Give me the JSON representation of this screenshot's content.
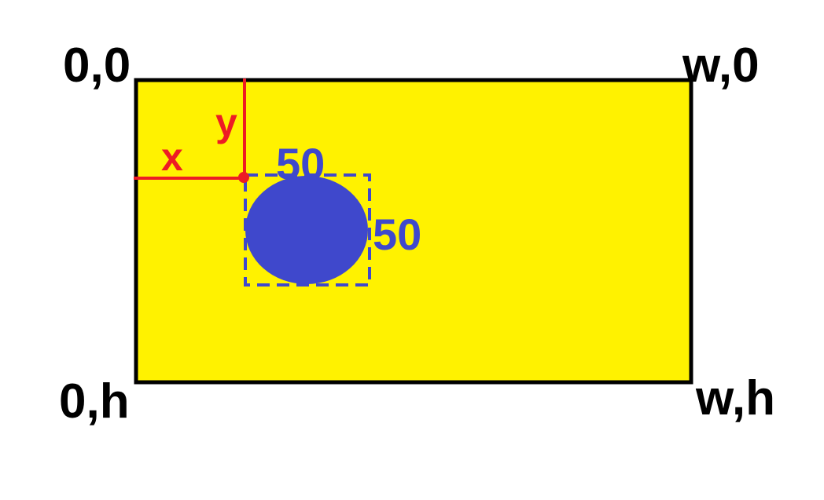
{
  "colors": {
    "canvas_fill": "#fff200",
    "canvas_border": "#000000",
    "shape_fill": "#3f48cc",
    "offset_lines": "#ed1c24",
    "corner_text": "#000000"
  },
  "corners": {
    "top_left": "0,0",
    "top_right": "w,0",
    "bottom_left": "0,h",
    "bottom_right": "w,h"
  },
  "offsets": {
    "x_label": "x",
    "y_label": "y"
  },
  "shape": {
    "type": "ellipse",
    "width_label": "50",
    "height_label": "50"
  }
}
